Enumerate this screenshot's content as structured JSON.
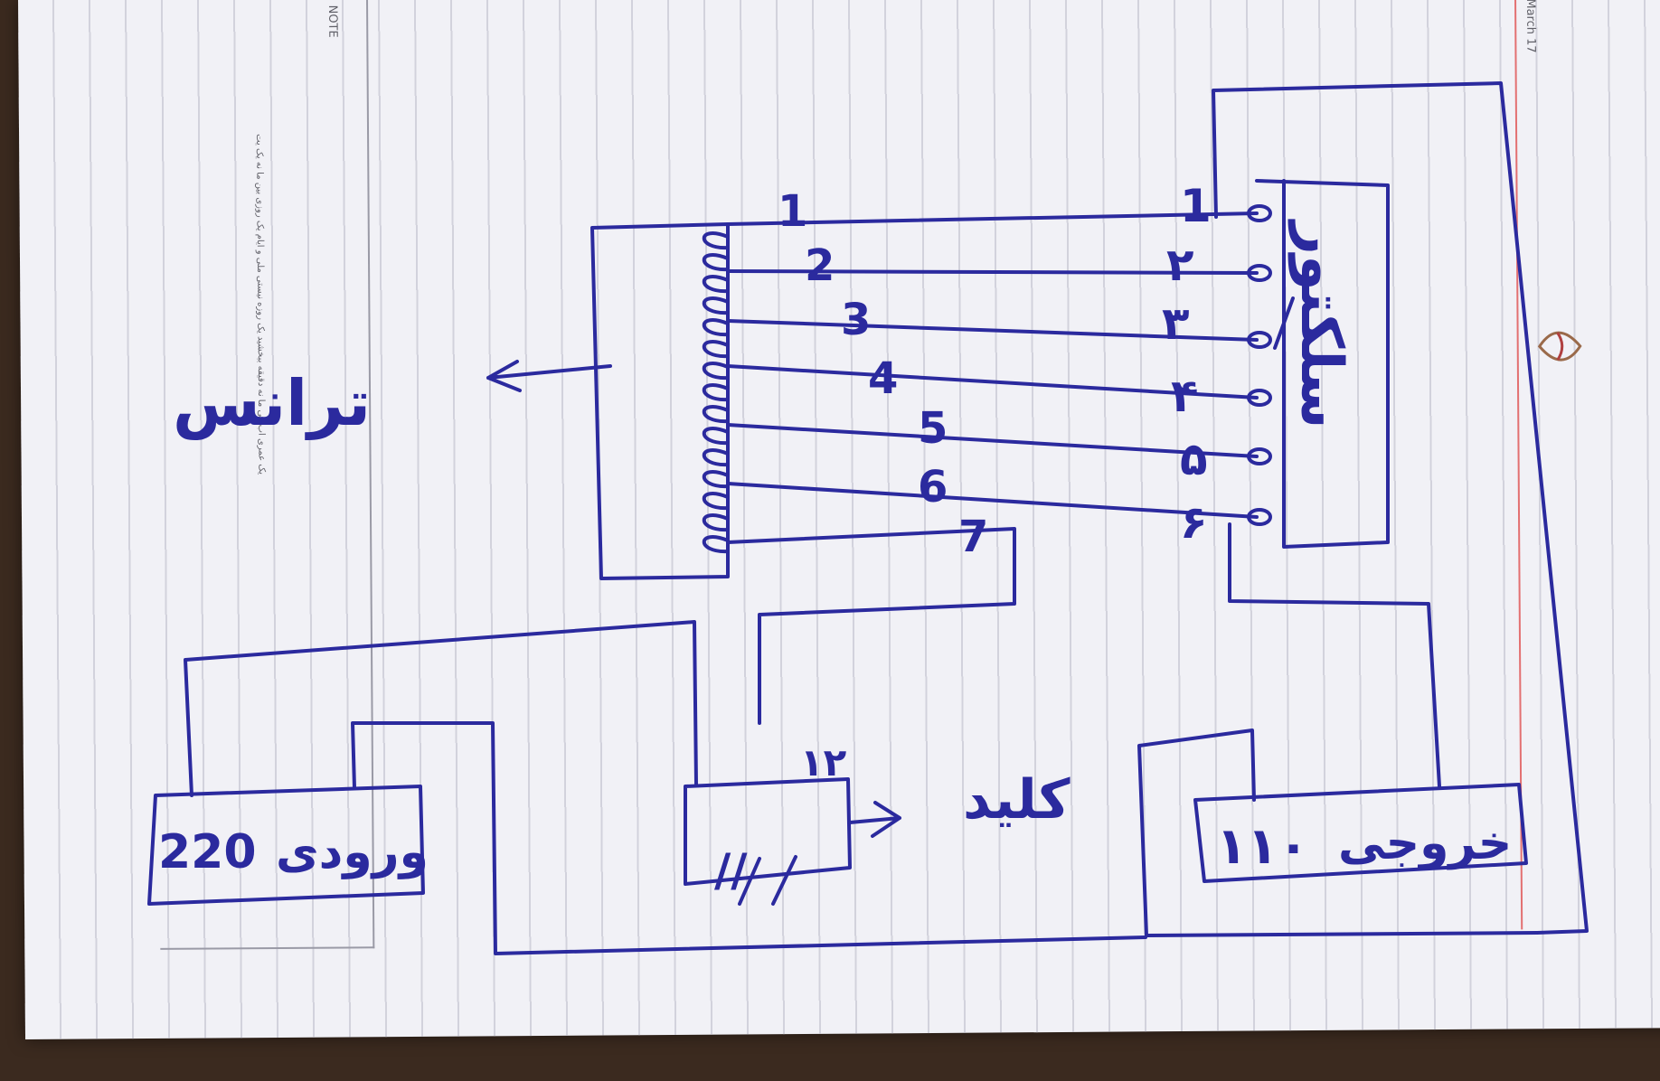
{
  "paper": {
    "note_label": "NOTE",
    "date_label": "March  17",
    "side_print": "یک عمری اب کی ما نه دقیقه ببخشید یک روزه نیستی ملی و ایام یک روزی بین ما نه یک یت",
    "ornament": "logo-ornament"
  },
  "diagram": {
    "left_label": "ترانس",
    "switch_label": "سلکتور",
    "breaker_label": "کلید",
    "breaker_rating": "۱۲",
    "breaker_marks": "//",
    "input_label": "ورودی",
    "input_value": "220",
    "output_label": "خروجی",
    "output_value": "۱۱۰",
    "tap_numbers": [
      "1",
      "2",
      "3",
      "4",
      "5",
      "6",
      "7"
    ],
    "switch_numbers": [
      "1",
      "۲",
      "۳",
      "۴",
      "۵",
      "۶"
    ]
  },
  "colors": {
    "ink": "#2b2a9e",
    "paper": "#f1f1f6",
    "rule": "#c8c8d4",
    "margin": "#e05050"
  }
}
